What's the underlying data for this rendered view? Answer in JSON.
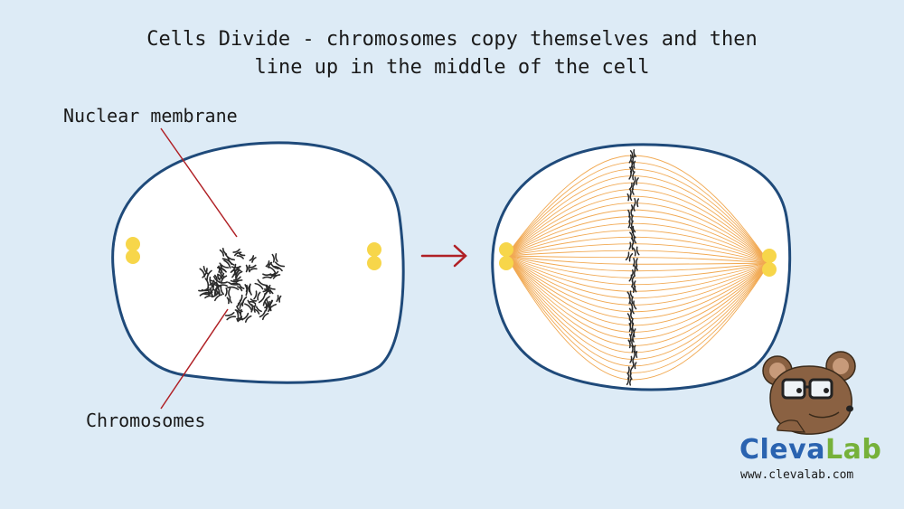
{
  "title": {
    "line1": "Cells Divide - chromosomes copy themselves and then",
    "line2": "line up in the middle of the cell"
  },
  "labels": {
    "nuclear_membrane": "Nuclear membrane",
    "chromosomes": "Chromosomes"
  },
  "logo": {
    "brand_part1": "Cleva",
    "brand_part2": "Lab",
    "website": "www.clevalab.com"
  },
  "colors": {
    "background": "#ddebf6",
    "cell_outline": "#1f4a7a",
    "spindle_fibers": "#f0a040",
    "centrosome": "#f7d64a",
    "pointer_line": "#b02025",
    "arrow": "#b02025",
    "brand_blue": "#2a63b0",
    "brand_green": "#76b13a"
  },
  "icons": {
    "mascot": "mouse-with-glasses-icon",
    "arrow": "right-arrow-icon"
  }
}
